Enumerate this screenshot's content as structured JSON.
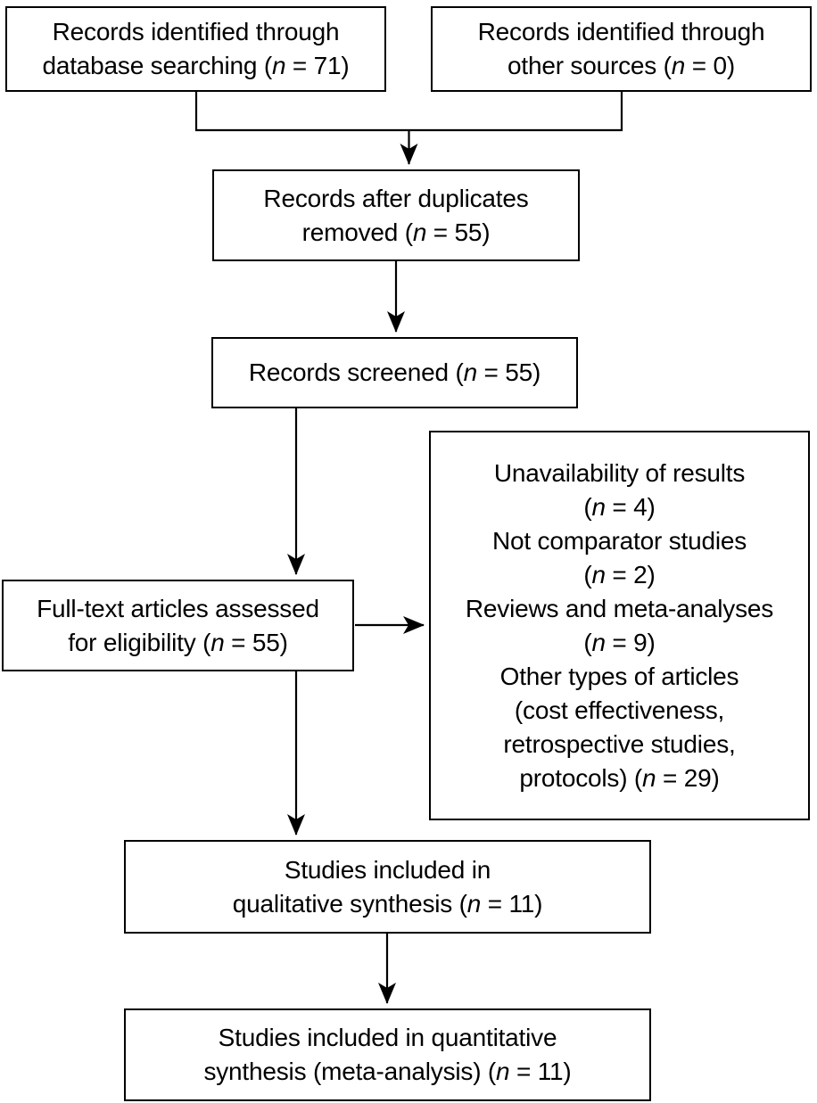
{
  "diagram": {
    "type": "prisma-flow-diagram",
    "background_color": "#ffffff",
    "border_color": "#000000",
    "text_color": "#000000"
  },
  "boxes": [
    {
      "id": "records-database",
      "count": 71,
      "lines": [
        [
          {
            "t": "Records identified through"
          }
        ],
        [
          {
            "t": "database searching ("
          },
          {
            "t": "n",
            "i": true
          },
          {
            "t": " = 71)"
          }
        ]
      ]
    },
    {
      "id": "records-other",
      "count": 0,
      "lines": [
        [
          {
            "t": "Records identified through"
          }
        ],
        [
          {
            "t": "other sources ("
          },
          {
            "t": "n",
            "i": true
          },
          {
            "t": " = 0)"
          }
        ]
      ]
    },
    {
      "id": "duplicates-removed",
      "count": 55,
      "lines": [
        [
          {
            "t": "Records after duplicates"
          }
        ],
        [
          {
            "t": "removed ("
          },
          {
            "t": "n",
            "i": true
          },
          {
            "t": " = 55)"
          }
        ]
      ]
    },
    {
      "id": "records-screened",
      "count": 55,
      "lines": [
        [
          {
            "t": "Records screened ("
          },
          {
            "t": "n",
            "i": true
          },
          {
            "t": " = 55)"
          }
        ]
      ]
    },
    {
      "id": "excluded-reasons",
      "counts": {
        "unavailability_of_results": 4,
        "not_comparator_studies": 2,
        "reviews_and_meta_analyses": 9,
        "other_types_of_articles": 29
      },
      "lines": [
        [
          {
            "t": "Unavailability of results"
          }
        ],
        [
          {
            "t": "("
          },
          {
            "t": "n",
            "i": true
          },
          {
            "t": " = 4)"
          }
        ],
        [
          {
            "t": "Not comparator studies"
          }
        ],
        [
          {
            "t": "("
          },
          {
            "t": "n",
            "i": true
          },
          {
            "t": " = 2)"
          }
        ],
        [
          {
            "t": "Reviews and meta-analyses"
          }
        ],
        [
          {
            "t": "("
          },
          {
            "t": "n",
            "i": true
          },
          {
            "t": " = 9)"
          }
        ],
        [
          {
            "t": "Other types of articles"
          }
        ],
        [
          {
            "t": "(cost effectiveness,"
          }
        ],
        [
          {
            "t": "retrospective studies,"
          }
        ],
        [
          {
            "t": "protocols) ("
          },
          {
            "t": "n",
            "i": true
          },
          {
            "t": " = 29)"
          }
        ]
      ]
    },
    {
      "id": "full-text-assessed",
      "count": 55,
      "lines": [
        [
          {
            "t": "Full-text articles assessed"
          }
        ],
        [
          {
            "t": "for eligibility ("
          },
          {
            "t": "n",
            "i": true
          },
          {
            "t": " = 55)"
          }
        ]
      ]
    },
    {
      "id": "qualitative-synthesis",
      "count": 11,
      "lines": [
        [
          {
            "t": "Studies included in"
          }
        ],
        [
          {
            "t": "qualitative synthesis ("
          },
          {
            "t": "n",
            "i": true
          },
          {
            "t": " = 11)"
          }
        ]
      ]
    },
    {
      "id": "quantitative-synthesis",
      "count": 11,
      "lines": [
        [
          {
            "t": "Studies included in quantitative"
          }
        ],
        [
          {
            "t": "synthesis (meta-analysis) ("
          },
          {
            "t": "n",
            "i": true
          },
          {
            "t": " = 11)"
          }
        ]
      ]
    }
  ],
  "connectors": [
    {
      "from": "records-database",
      "to": "duplicates-removed",
      "style": "bracket-arrow"
    },
    {
      "from": "records-other",
      "to": "duplicates-removed",
      "style": "bracket-arrow"
    },
    {
      "from": "duplicates-removed",
      "to": "records-screened",
      "style": "arrow"
    },
    {
      "from": "records-screened",
      "to": "full-text-assessed",
      "style": "arrow"
    },
    {
      "from": "full-text-assessed",
      "to": "excluded-reasons",
      "style": "arrow"
    },
    {
      "from": "full-text-assessed",
      "to": "qualitative-synthesis",
      "style": "arrow"
    },
    {
      "from": "qualitative-synthesis",
      "to": "quantitative-synthesis",
      "style": "arrow"
    }
  ]
}
